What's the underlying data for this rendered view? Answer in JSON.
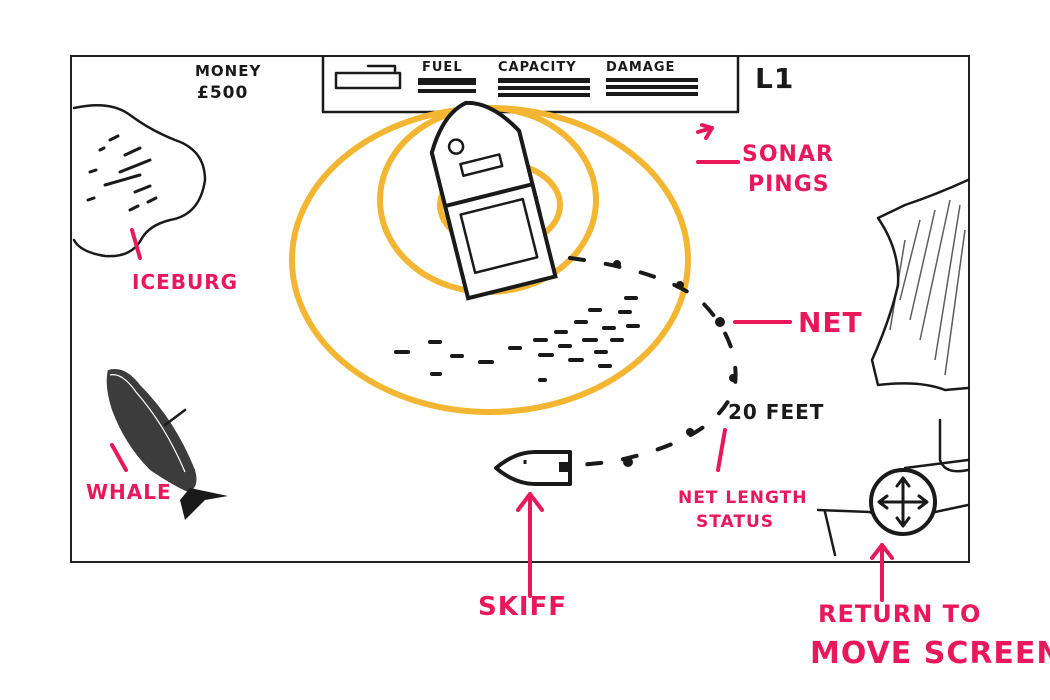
{
  "hud": {
    "money_label": "MONEY",
    "money_value": "£500",
    "fuel_label": "FUEL",
    "capacity_label": "CAPACITY",
    "damage_label": "DAMAGE",
    "level_label": "L1"
  },
  "world": {
    "net_length": "20 FEET"
  },
  "annotations": {
    "sonar": [
      "SONAR",
      "PINGS"
    ],
    "iceberg": "ICEBURG",
    "whale": "WHALE",
    "net": "NET",
    "net_length_status": [
      "NET LENGTH",
      "STATUS"
    ],
    "skiff": "SKIFF",
    "return": [
      "RETURN TO",
      "MOVE SCREEN"
    ]
  },
  "colors": {
    "sonar": "#f2b632",
    "annotation": "#e8185a",
    "ink": "#1a1a1a"
  }
}
